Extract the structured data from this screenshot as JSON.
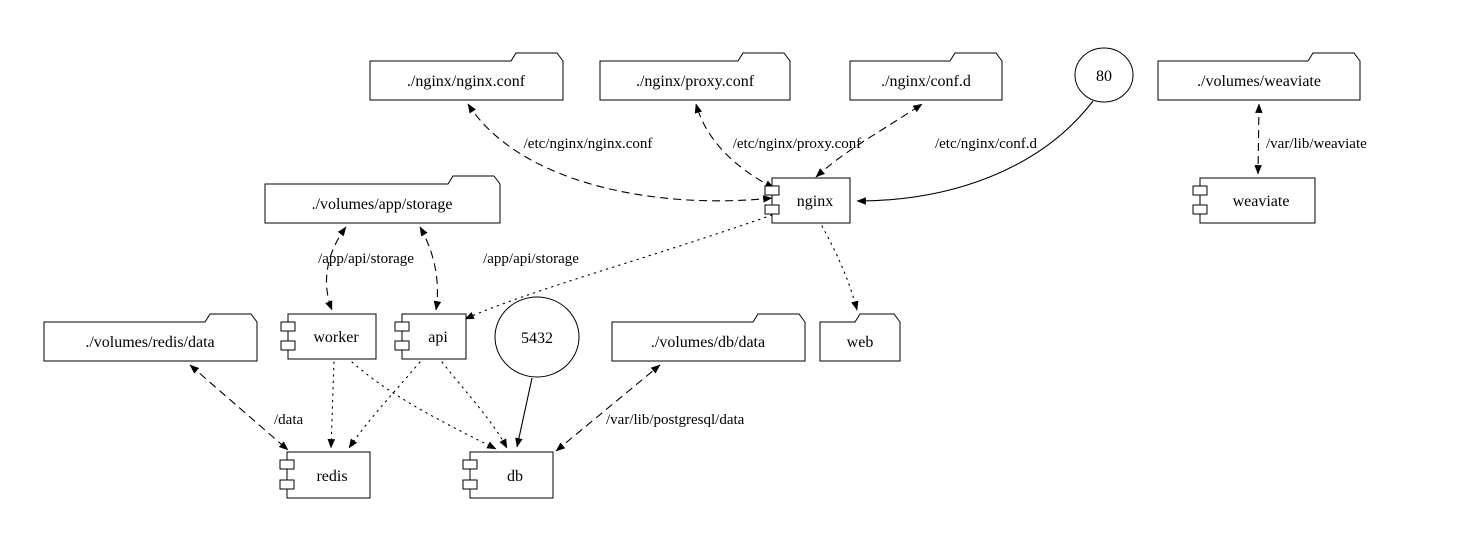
{
  "diagram": {
    "kind": "docker-compose dependency / volume graph",
    "background_color": "#ffffff",
    "line_color": "#000000",
    "nodes": {
      "nginx_conf_file": {
        "label": "./nginx/nginx.conf",
        "shape": "folder"
      },
      "proxy_conf_file": {
        "label": "./nginx/proxy.conf",
        "shape": "folder"
      },
      "conf_d_dir": {
        "label": "./nginx/conf.d",
        "shape": "folder"
      },
      "port_80": {
        "label": "80",
        "shape": "circle"
      },
      "volumes_weaviate": {
        "label": "./volumes/weaviate",
        "shape": "folder"
      },
      "volumes_app_storage": {
        "label": "./volumes/app/storage",
        "shape": "folder"
      },
      "nginx": {
        "label": "nginx",
        "shape": "component"
      },
      "weaviate": {
        "label": "weaviate",
        "shape": "component"
      },
      "volumes_redis_data": {
        "label": "./volumes/redis/data",
        "shape": "folder"
      },
      "worker": {
        "label": "worker",
        "shape": "component"
      },
      "api": {
        "label": "api",
        "shape": "component"
      },
      "port_5432": {
        "label": "5432",
        "shape": "circle"
      },
      "volumes_db_data": {
        "label": "./volumes/db/data",
        "shape": "folder"
      },
      "web": {
        "label": "web",
        "shape": "folder"
      },
      "redis": {
        "label": "redis",
        "shape": "component"
      },
      "db": {
        "label": "db",
        "shape": "component"
      }
    },
    "edge_labels": {
      "nginx_conf": "/etc/nginx/nginx.conf",
      "proxy_conf": "/etc/nginx/proxy.conf",
      "conf_d": "/etc/nginx/conf.d",
      "weaviate_volume": "/var/lib/weaviate",
      "app_storage_worker": "/app/api/storage",
      "app_storage_api": "/app/api/storage",
      "redis_data": "/data",
      "postgres_data": "/var/lib/postgresql/data"
    },
    "edges": [
      {
        "from": "nginx",
        "to": "nginx_conf_file",
        "label": "/etc/nginx/nginx.conf",
        "style": "dashed",
        "direction": "both"
      },
      {
        "from": "nginx",
        "to": "proxy_conf_file",
        "label": "/etc/nginx/proxy.conf",
        "style": "dashed",
        "direction": "both"
      },
      {
        "from": "nginx",
        "to": "conf_d_dir",
        "label": "/etc/nginx/conf.d",
        "style": "dashed",
        "direction": "both"
      },
      {
        "from": "port_80",
        "to": "nginx",
        "label": "",
        "style": "solid",
        "direction": "forward"
      },
      {
        "from": "weaviate",
        "to": "volumes_weaviate",
        "label": "/var/lib/weaviate",
        "style": "dashed",
        "direction": "both"
      },
      {
        "from": "worker",
        "to": "volumes_app_storage",
        "label": "/app/api/storage",
        "style": "dashed",
        "direction": "both"
      },
      {
        "from": "api",
        "to": "volumes_app_storage",
        "label": "/app/api/storage",
        "style": "dashed",
        "direction": "both"
      },
      {
        "from": "nginx",
        "to": "api",
        "label": "",
        "style": "dotted",
        "direction": "forward"
      },
      {
        "from": "nginx",
        "to": "web",
        "label": "",
        "style": "dotted",
        "direction": "forward"
      },
      {
        "from": "worker",
        "to": "redis",
        "label": "",
        "style": "dotted",
        "direction": "forward"
      },
      {
        "from": "worker",
        "to": "db",
        "label": "",
        "style": "dotted",
        "direction": "forward"
      },
      {
        "from": "api",
        "to": "redis",
        "label": "",
        "style": "dotted",
        "direction": "forward"
      },
      {
        "from": "api",
        "to": "db",
        "label": "",
        "style": "dotted",
        "direction": "forward"
      },
      {
        "from": "redis",
        "to": "volumes_redis_data",
        "label": "/data",
        "style": "dashed",
        "direction": "both"
      },
      {
        "from": "db",
        "to": "volumes_db_data",
        "label": "/var/lib/postgresql/data",
        "style": "dashed",
        "direction": "both"
      },
      {
        "from": "port_5432",
        "to": "db",
        "label": "",
        "style": "solid",
        "direction": "forward"
      }
    ]
  }
}
